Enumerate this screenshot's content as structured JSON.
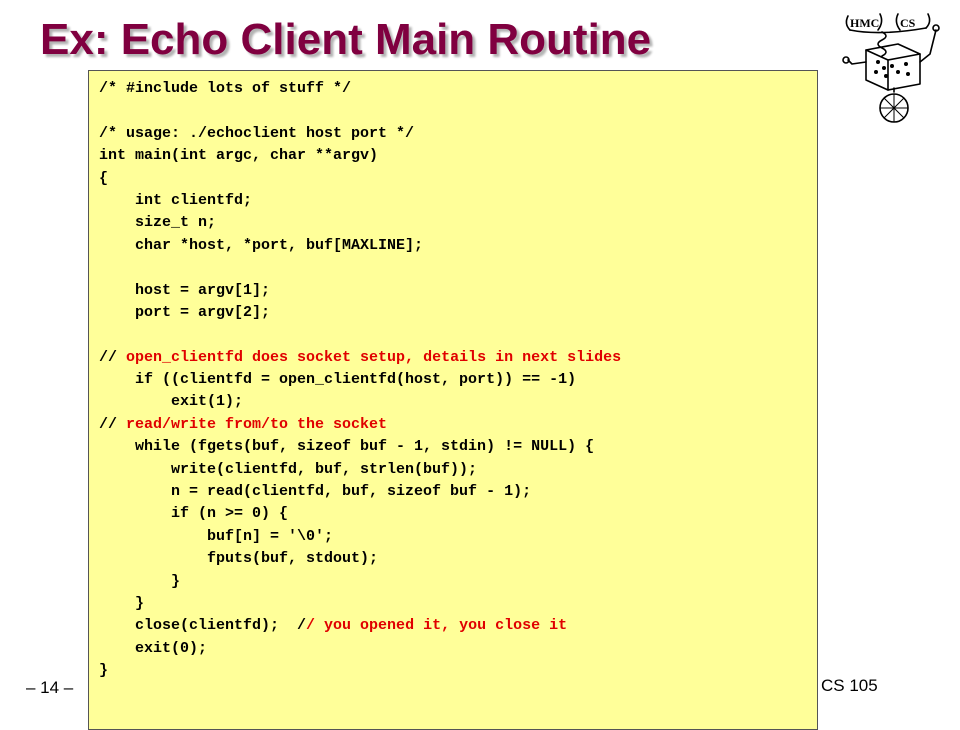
{
  "slide": {
    "title": "Ex: Echo Client Main Routine",
    "page_number": "– 14 –",
    "course": "CS 105",
    "title_color": "#800040",
    "code_background": "#ffff99",
    "comment_color": "#e00000"
  },
  "logo": {
    "icon": "hmc-cs-robot-logo",
    "text_left": "HMC",
    "text_right": "CS"
  },
  "code": {
    "lines": [
      [
        {
          "t": "/* #include lots of stuff */"
        }
      ],
      [
        {
          "t": ""
        }
      ],
      [
        {
          "t": "/* usage: ./echoclient host port */"
        }
      ],
      [
        {
          "t": "int main(int argc, char **argv)"
        }
      ],
      [
        {
          "t": "{"
        }
      ],
      [
        {
          "t": "    int clientfd;"
        }
      ],
      [
        {
          "t": "    size_t n;"
        }
      ],
      [
        {
          "t": "    char *host, *port, buf[MAXLINE];"
        }
      ],
      [
        {
          "t": ""
        }
      ],
      [
        {
          "t": "    host = argv[1];"
        }
      ],
      [
        {
          "t": "    port = argv[2];"
        }
      ],
      [
        {
          "t": ""
        }
      ],
      [
        {
          "t": "// "
        },
        {
          "t": "open_clientfd does socket setup, details in next slides",
          "red": true
        }
      ],
      [
        {
          "t": "    if ((clientfd = open_clientfd(host, port)) == -1)"
        }
      ],
      [
        {
          "t": "        exit(1);"
        }
      ],
      [
        {
          "t": "// "
        },
        {
          "t": "read/write from/to the socket",
          "red": true
        }
      ],
      [
        {
          "t": "    while (fgets(buf, sizeof buf - 1, stdin) != NULL) {"
        }
      ],
      [
        {
          "t": "        write(clientfd, buf, strlen(buf));"
        }
      ],
      [
        {
          "t": "        n = read(clientfd, buf, sizeof buf - 1);"
        }
      ],
      [
        {
          "t": "        if (n >= 0) {"
        }
      ],
      [
        {
          "t": "            buf[n] = '\\0';"
        }
      ],
      [
        {
          "t": "            fputs(buf, stdout);"
        }
      ],
      [
        {
          "t": "        }"
        }
      ],
      [
        {
          "t": "    }"
        }
      ],
      [
        {
          "t": "    close(clientfd);  /"
        },
        {
          "t": "/ you opened it, you close it",
          "red": true
        }
      ],
      [
        {
          "t": "    exit(0);"
        }
      ],
      [
        {
          "t": "}"
        }
      ]
    ]
  }
}
